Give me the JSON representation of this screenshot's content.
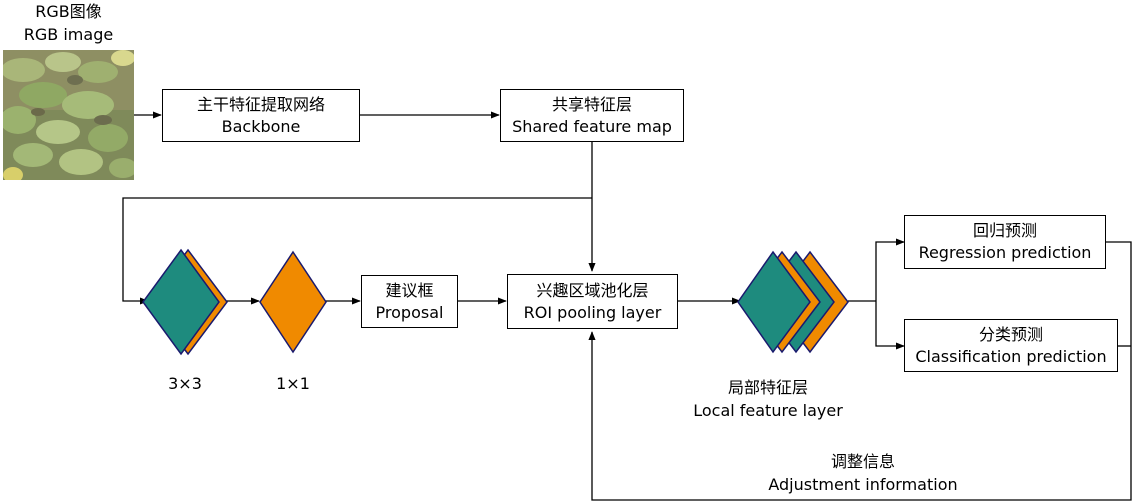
{
  "input": {
    "title_cn": "RGB图像",
    "title_en": "RGB image"
  },
  "backbone": {
    "cn": "主干特征提取网络",
    "en": "Backbone"
  },
  "shared": {
    "cn": "共享特征层",
    "en": "Shared feature map"
  },
  "conv3": {
    "label": "3×3"
  },
  "conv1": {
    "label": "1×1"
  },
  "proposal": {
    "cn": "建议框",
    "en": "Proposal"
  },
  "roi": {
    "cn": "兴趣区域池化层",
    "en": "ROI pooling layer"
  },
  "local": {
    "cn": "局部特征层",
    "en": "Local feature layer"
  },
  "regression": {
    "cn": "回归预测",
    "en": "Regression prediction"
  },
  "classification": {
    "cn": "分类预测",
    "en": "Classification prediction"
  },
  "adjust": {
    "cn": "调整信息",
    "en": "Adjustment information"
  },
  "colors": {
    "teal": "#1E8B7E",
    "orange": "#F08A00",
    "stroke": "#1A1A6E"
  }
}
